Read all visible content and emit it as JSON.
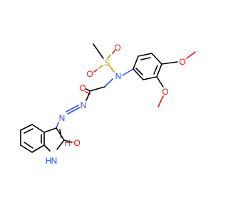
{
  "molecule": {
    "atom_labels": {
      "S": "S",
      "O_sulfonyl_1": "O",
      "O_sulfonyl_2": "O",
      "N_sulfonamide": "N",
      "O_amide": "O",
      "N_azo_1": "N",
      "N_azo_2": "N",
      "O_methoxy_top": "O",
      "O_methoxy_bottom": "O",
      "O_indole": "O",
      "O_indole_H": "H",
      "N_indole_H": "H",
      "N_indole": "N"
    }
  },
  "colors": {
    "carbon": "#000000",
    "oxygen": "#ff0d0d",
    "nitrogen": "#3050f8",
    "sulfur": "#b8a800",
    "background": "#ffffff"
  }
}
